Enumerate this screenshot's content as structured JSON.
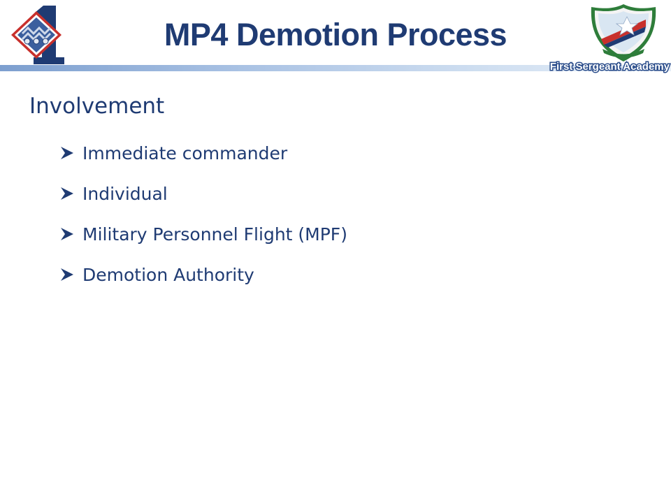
{
  "slide": {
    "title": "MP4 Demotion Process",
    "academy_label": "First Sergeant Academy",
    "heading": "Involvement",
    "bullets": [
      "Immediate commander",
      "Individual",
      "Military Personnel Flight (MPF)",
      "Demotion Authority"
    ],
    "bullet_icon": "arrow-bullet-icon",
    "left_logo_icon": "first-sergeant-diamond-logo",
    "right_logo_icon": "academy-shield-seal",
    "colors": {
      "title": "#1f3b73",
      "text": "#1f3b73",
      "header_bar_start": "#7d9fcf",
      "header_bar_end": "#e7eff8",
      "academy_label_outline": "#2a4c8a"
    }
  }
}
